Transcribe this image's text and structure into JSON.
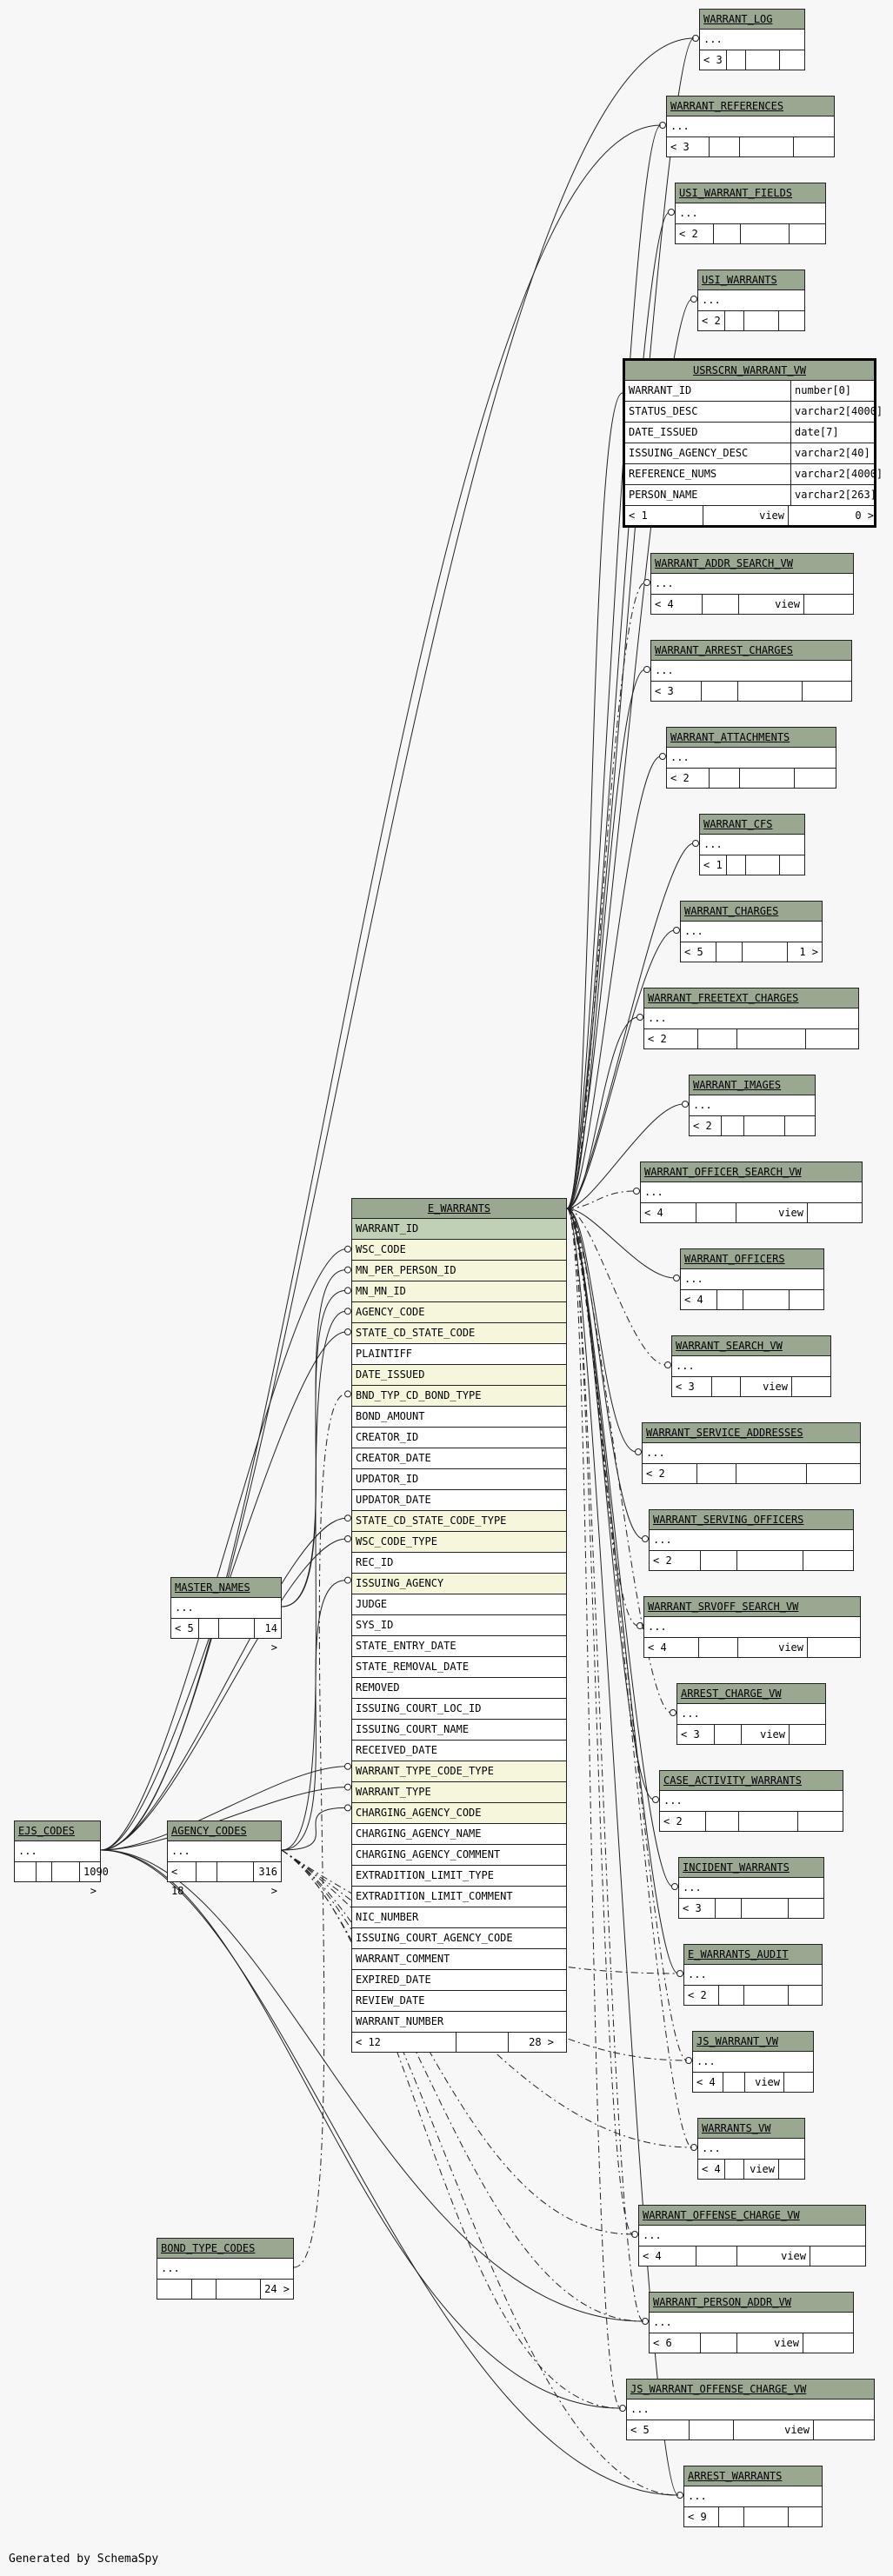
{
  "diagram": {
    "generated_by": "Generated by SchemaSpy",
    "main_table": {
      "name": "E_WARRANTS",
      "columns": [
        {
          "name": "WARRANT_ID",
          "kind": "pk"
        },
        {
          "name": "WSC_CODE",
          "kind": "fk"
        },
        {
          "name": "MN_PER_PERSON_ID",
          "kind": "fk"
        },
        {
          "name": "MN_MN_ID",
          "kind": "fk"
        },
        {
          "name": "AGENCY_CODE",
          "kind": "fk"
        },
        {
          "name": "STATE_CD_STATE_CODE",
          "kind": "fk"
        },
        {
          "name": "PLAINTIFF",
          "kind": "plain"
        },
        {
          "name": "DATE_ISSUED",
          "kind": "fk"
        },
        {
          "name": "BND_TYP_CD_BOND_TYPE",
          "kind": "fk"
        },
        {
          "name": "BOND_AMOUNT",
          "kind": "plain"
        },
        {
          "name": "CREATOR_ID",
          "kind": "plain"
        },
        {
          "name": "CREATOR_DATE",
          "kind": "plain"
        },
        {
          "name": "UPDATOR_ID",
          "kind": "plain"
        },
        {
          "name": "UPDATOR_DATE",
          "kind": "plain"
        },
        {
          "name": "STATE_CD_STATE_CODE_TYPE",
          "kind": "fk"
        },
        {
          "name": "WSC_CODE_TYPE",
          "kind": "fk"
        },
        {
          "name": "REC_ID",
          "kind": "plain"
        },
        {
          "name": "ISSUING_AGENCY",
          "kind": "fk"
        },
        {
          "name": "JUDGE",
          "kind": "plain"
        },
        {
          "name": "SYS_ID",
          "kind": "plain"
        },
        {
          "name": "STATE_ENTRY_DATE",
          "kind": "plain"
        },
        {
          "name": "STATE_REMOVAL_DATE",
          "kind": "plain"
        },
        {
          "name": "REMOVED",
          "kind": "plain"
        },
        {
          "name": "ISSUING_COURT_LOC_ID",
          "kind": "plain"
        },
        {
          "name": "ISSUING_COURT_NAME",
          "kind": "plain"
        },
        {
          "name": "RECEIVED_DATE",
          "kind": "plain"
        },
        {
          "name": "WARRANT_TYPE_CODE_TYPE",
          "kind": "fk"
        },
        {
          "name": "WARRANT_TYPE",
          "kind": "fk"
        },
        {
          "name": "CHARGING_AGENCY_CODE",
          "kind": "fk"
        },
        {
          "name": "CHARGING_AGENCY_NAME",
          "kind": "plain"
        },
        {
          "name": "CHARGING_AGENCY_COMMENT",
          "kind": "plain"
        },
        {
          "name": "EXTRADITION_LIMIT_TYPE",
          "kind": "plain"
        },
        {
          "name": "EXTRADITION_LIMIT_COMMENT",
          "kind": "plain"
        },
        {
          "name": "NIC_NUMBER",
          "kind": "plain"
        },
        {
          "name": "ISSUING_COURT_AGENCY_CODE",
          "kind": "plain"
        },
        {
          "name": "WARRANT_COMMENT",
          "kind": "plain"
        },
        {
          "name": "EXPIRED_DATE",
          "kind": "plain"
        },
        {
          "name": "REVIEW_DATE",
          "kind": "plain"
        },
        {
          "name": "WARRANT_NUMBER",
          "kind": "plain"
        }
      ],
      "footer": {
        "left": "< 12",
        "right": "28 >"
      }
    },
    "view_table": {
      "name": "USRSCRN_WARRANT_VW",
      "columns": [
        {
          "name": "WARRANT_ID",
          "type": "number[0]"
        },
        {
          "name": "STATUS_DESC",
          "type": "varchar2[4000]"
        },
        {
          "name": "DATE_ISSUED",
          "type": "date[7]"
        },
        {
          "name": "ISSUING_AGENCY_DESC",
          "type": "varchar2[40]"
        },
        {
          "name": "REFERENCE_NUMS",
          "type": "varchar2[4000]"
        },
        {
          "name": "PERSON_NAME",
          "type": "varchar2[263]"
        }
      ],
      "footer": {
        "left": "< 1",
        "mid": "view",
        "right": "0 >"
      }
    },
    "tables": [
      {
        "id": "warrant_log",
        "name": "WARRANT_LOG",
        "body": "...",
        "foot_left": "< 3",
        "foot_mid": "",
        "foot_right": ""
      },
      {
        "id": "warrant_references",
        "name": "WARRANT_REFERENCES",
        "body": "...",
        "foot_left": "< 3",
        "foot_mid": "",
        "foot_right": ""
      },
      {
        "id": "usi_warrant_fields",
        "name": "USI_WARRANT_FIELDS",
        "body": "...",
        "foot_left": "< 2",
        "foot_mid": "",
        "foot_right": ""
      },
      {
        "id": "usi_warrants",
        "name": "USI_WARRANTS",
        "body": "...",
        "foot_left": "< 2",
        "foot_mid": "",
        "foot_right": ""
      },
      {
        "id": "warrant_addr_search_vw",
        "name": "WARRANT_ADDR_SEARCH_VW",
        "body": "...",
        "foot_left": "< 4",
        "foot_mid": "view",
        "foot_right": ""
      },
      {
        "id": "warrant_arrest_charges",
        "name": "WARRANT_ARREST_CHARGES",
        "body": "...",
        "foot_left": "< 3",
        "foot_mid": "",
        "foot_right": ""
      },
      {
        "id": "warrant_attachments",
        "name": "WARRANT_ATTACHMENTS",
        "body": "...",
        "foot_left": "< 2",
        "foot_mid": "",
        "foot_right": ""
      },
      {
        "id": "warrant_cfs",
        "name": "WARRANT_CFS",
        "body": "...",
        "foot_left": "< 1",
        "foot_mid": "",
        "foot_right": ""
      },
      {
        "id": "warrant_charges",
        "name": "WARRANT_CHARGES",
        "body": "...",
        "foot_left": "< 5",
        "foot_mid": "",
        "foot_right": "1 >"
      },
      {
        "id": "warrant_freetext_charges",
        "name": "WARRANT_FREETEXT_CHARGES",
        "body": "...",
        "foot_left": "< 2",
        "foot_mid": "",
        "foot_right": ""
      },
      {
        "id": "warrant_images",
        "name": "WARRANT_IMAGES",
        "body": "...",
        "foot_left": "< 2",
        "foot_mid": "",
        "foot_right": ""
      },
      {
        "id": "warrant_officer_search_vw",
        "name": "WARRANT_OFFICER_SEARCH_VW",
        "body": "...",
        "foot_left": "< 4",
        "foot_mid": "view",
        "foot_right": ""
      },
      {
        "id": "warrant_officers",
        "name": "WARRANT_OFFICERS",
        "body": "...",
        "foot_left": "< 4",
        "foot_mid": "",
        "foot_right": ""
      },
      {
        "id": "warrant_search_vw",
        "name": "WARRANT_SEARCH_VW",
        "body": "...",
        "foot_left": "< 3",
        "foot_mid": "view",
        "foot_right": ""
      },
      {
        "id": "warrant_service_addresses",
        "name": "WARRANT_SERVICE_ADDRESSES",
        "body": "...",
        "foot_left": "< 2",
        "foot_mid": "",
        "foot_right": ""
      },
      {
        "id": "warrant_serving_officers",
        "name": "WARRANT_SERVING_OFFICERS",
        "body": "...",
        "foot_left": "< 2",
        "foot_mid": "",
        "foot_right": ""
      },
      {
        "id": "warrant_srvoff_search_vw",
        "name": "WARRANT_SRVOFF_SEARCH_VW",
        "body": "...",
        "foot_left": "< 4",
        "foot_mid": "view",
        "foot_right": ""
      },
      {
        "id": "arrest_charge_vw",
        "name": "ARREST_CHARGE_VW",
        "body": "...",
        "foot_left": "< 3",
        "foot_mid": "view",
        "foot_right": ""
      },
      {
        "id": "case_activity_warrants",
        "name": "CASE_ACTIVITY_WARRANTS",
        "body": "...",
        "foot_left": "< 2",
        "foot_mid": "",
        "foot_right": ""
      },
      {
        "id": "incident_warrants",
        "name": "INCIDENT_WARRANTS",
        "body": "...",
        "foot_left": "< 3",
        "foot_mid": "",
        "foot_right": ""
      },
      {
        "id": "e_warrants_audit",
        "name": "E_WARRANTS_AUDIT",
        "body": "...",
        "foot_left": "< 2",
        "foot_mid": "",
        "foot_right": ""
      },
      {
        "id": "js_warrant_vw",
        "name": "JS_WARRANT_VW",
        "body": "...",
        "foot_left": "< 4",
        "foot_mid": "view",
        "foot_right": ""
      },
      {
        "id": "warrants_vw",
        "name": "WARRANTS_VW",
        "body": "...",
        "foot_left": "< 4",
        "foot_mid": "view",
        "foot_right": ""
      },
      {
        "id": "warrant_offense_charge_vw",
        "name": "WARRANT_OFFENSE_CHARGE_VW",
        "body": "...",
        "foot_left": "< 4",
        "foot_mid": "view",
        "foot_right": ""
      },
      {
        "id": "warrant_person_addr_vw",
        "name": "WARRANT_PERSON_ADDR_VW",
        "body": "...",
        "foot_left": "< 6",
        "foot_mid": "view",
        "foot_right": ""
      },
      {
        "id": "js_warrant_offense_charge_vw",
        "name": "JS_WARRANT_OFFENSE_CHARGE_VW",
        "body": "...",
        "foot_left": "< 5",
        "foot_mid": "view",
        "foot_right": ""
      },
      {
        "id": "arrest_warrants",
        "name": "ARREST_WARRANTS",
        "body": "...",
        "foot_left": "< 9",
        "foot_mid": "",
        "foot_right": ""
      },
      {
        "id": "master_names",
        "name": "MASTER_NAMES",
        "body": "...",
        "foot_left": "< 5",
        "foot_mid": "",
        "foot_right": "14 >"
      },
      {
        "id": "agency_codes",
        "name": "AGENCY_CODES",
        "body": "...",
        "foot_left": "< 18",
        "foot_mid": "",
        "foot_right": "316 >"
      },
      {
        "id": "ejs_codes",
        "name": "EJS_CODES",
        "body": "...",
        "foot_left": "",
        "foot_mid": "",
        "foot_right": "1090 >"
      },
      {
        "id": "bond_type_codes",
        "name": "BOND_TYPE_CODES",
        "body": "...",
        "foot_left": "",
        "foot_mid": "",
        "foot_right": "24 >"
      }
    ],
    "colors": {
      "header": "#9aa791",
      "pk_row": "#bfd0b6",
      "fk_row": "#f6f6dc",
      "background": "#f7f7f7"
    }
  }
}
